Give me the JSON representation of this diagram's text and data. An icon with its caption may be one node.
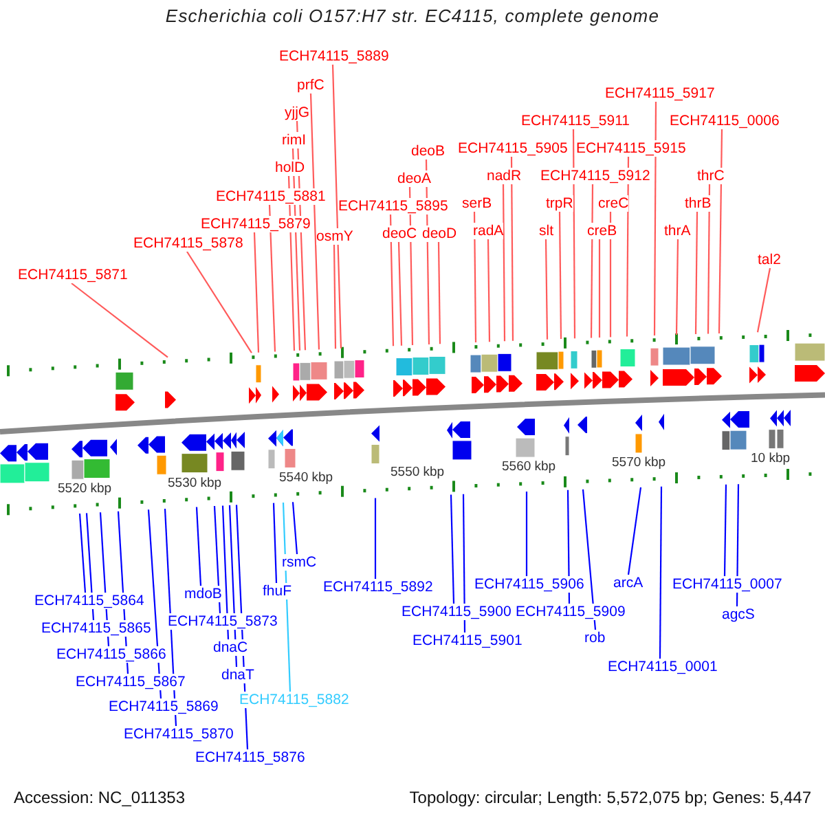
{
  "diagram": {
    "title": "Escherichia coli O157:H7 str. EC4115, complete genome",
    "nodes": [
      {
        "text": [
          "ECH74115_5871"
        ]
      },
      {
        "text": [
          "ECH74115_5878"
        ]
      },
      {
        "text": [
          "ECH74115_5879"
        ]
      },
      {
        "text": [
          "ECH74115_5881"
        ]
      },
      {
        "text": [
          "holD"
        ]
      },
      {
        "text": [
          "rimI"
        ]
      },
      {
        "text": [
          "yjjG"
        ]
      },
      {
        "text": [
          "prfC"
        ]
      },
      {
        "text": [
          "ECH74115_5889"
        ]
      },
      {
        "text": [
          "osmY"
        ]
      },
      {
        "text": [
          "ECH74115_5895"
        ]
      },
      {
        "text": [
          "deoC"
        ]
      },
      {
        "text": [
          "deoA"
        ]
      },
      {
        "text": [
          "deoB"
        ]
      },
      {
        "text": [
          "deoD"
        ]
      },
      {
        "text": [
          "serB"
        ]
      },
      {
        "text": [
          "radA"
        ]
      },
      {
        "text": [
          "nadR"
        ]
      },
      {
        "text": [
          "ECH74115_5905"
        ]
      },
      {
        "text": [
          "slt"
        ]
      },
      {
        "text": [
          "trpR"
        ]
      },
      {
        "text": [
          "ECH74115_5911"
        ]
      },
      {
        "text": [
          "ECH74115_5912"
        ]
      },
      {
        "text": [
          "creB"
        ]
      },
      {
        "text": [
          "creC"
        ]
      },
      {
        "text": [
          "ECH74115_5915"
        ]
      },
      {
        "text": [
          "ECH74115_5917"
        ]
      },
      {
        "text": [
          "thrA"
        ]
      },
      {
        "text": [
          "thrB"
        ]
      },
      {
        "text": [
          "thrC"
        ]
      },
      {
        "text": [
          "ECH74115_0006"
        ]
      },
      {
        "text": [
          "tal2"
        ]
      },
      {
        "text": [
          "ECH74115_5864"
        ]
      },
      {
        "text": [
          "ECH74115_5865"
        ]
      },
      {
        "text": [
          "ECH74115_5866"
        ]
      },
      {
        "text": [
          "ECH74115_5867"
        ]
      },
      {
        "text": [
          "ECH74115_5869"
        ]
      },
      {
        "text": [
          "ECH74115_5870"
        ]
      },
      {
        "text": [
          "mdoB"
        ]
      },
      {
        "text": [
          "ECH74115_5873"
        ]
      },
      {
        "text": [
          "dnaC"
        ]
      },
      {
        "text": [
          "dnaT"
        ]
      },
      {
        "text": [
          "ECH74115_5876"
        ]
      },
      {
        "text": [
          "fhuF"
        ]
      },
      {
        "text": [
          "ECH74115_5882"
        ]
      },
      {
        "text": [
          "rsmC"
        ]
      },
      {
        "text": [
          "ECH74115_5892"
        ]
      },
      {
        "text": [
          "ECH74115_5900"
        ]
      },
      {
        "text": [
          "ECH74115_5901"
        ]
      },
      {
        "text": [
          "ECH74115_5906"
        ]
      },
      {
        "text": [
          "ECH74115_5909"
        ]
      },
      {
        "text": [
          "rob"
        ]
      },
      {
        "text": [
          "arcA"
        ]
      },
      {
        "text": [
          "ECH74115_0001"
        ]
      },
      {
        "text": [
          "ECH74115_0007"
        ]
      },
      {
        "text": [
          "agcS"
        ]
      }
    ],
    "edges": [
      {
        "from": 0,
        "to": null,
        "arrow": "none"
      },
      {
        "from": 1,
        "to": null,
        "arrow": "none"
      },
      {
        "from": 2,
        "to": null,
        "arrow": "none"
      },
      {
        "from": 3,
        "to": null,
        "arrow": "none"
      },
      {
        "from": 4,
        "to": null,
        "arrow": "none"
      },
      {
        "from": 5,
        "to": null,
        "arrow": "none"
      },
      {
        "from": 6,
        "to": null,
        "arrow": "none"
      },
      {
        "from": 7,
        "to": null,
        "arrow": "none"
      },
      {
        "from": 8,
        "to": null,
        "arrow": "none"
      },
      {
        "from": 9,
        "to": null,
        "arrow": "none"
      },
      {
        "from": 10,
        "to": null,
        "arrow": "none"
      },
      {
        "from": 11,
        "to": null,
        "arrow": "none"
      },
      {
        "from": 12,
        "to": null,
        "arrow": "none"
      },
      {
        "from": 13,
        "to": null,
        "arrow": "none"
      },
      {
        "from": 14,
        "to": null,
        "arrow": "none"
      },
      {
        "from": 15,
        "to": null,
        "arrow": "none"
      },
      {
        "from": 16,
        "to": null,
        "arrow": "none"
      },
      {
        "from": 17,
        "to": null,
        "arrow": "none"
      },
      {
        "from": 18,
        "to": null,
        "arrow": "none"
      },
      {
        "from": 19,
        "to": null,
        "arrow": "none"
      },
      {
        "from": 20,
        "to": null,
        "arrow": "none"
      },
      {
        "from": 21,
        "to": null,
        "arrow": "none"
      },
      {
        "from": 22,
        "to": null,
        "arrow": "none"
      },
      {
        "from": 23,
        "to": null,
        "arrow": "none"
      },
      {
        "from": 24,
        "to": null,
        "arrow": "none"
      },
      {
        "from": 25,
        "to": null,
        "arrow": "none"
      },
      {
        "from": 26,
        "to": null,
        "arrow": "none"
      },
      {
        "from": 27,
        "to": null,
        "arrow": "none"
      },
      {
        "from": 28,
        "to": null,
        "arrow": "none"
      },
      {
        "from": 29,
        "to": null,
        "arrow": "none"
      },
      {
        "from": 30,
        "to": null,
        "arrow": "none"
      },
      {
        "from": 31,
        "to": null,
        "arrow": "none"
      },
      {
        "from": 32,
        "to": null,
        "arrow": "none",
        "color": "#0000ff"
      },
      {
        "from": 33,
        "to": null,
        "arrow": "none",
        "color": "#0000ff"
      },
      {
        "from": 34,
        "to": null,
        "arrow": "none",
        "color": "#0000ff"
      },
      {
        "from": 35,
        "to": null,
        "arrow": "none",
        "color": "#0000ff"
      },
      {
        "from": 36,
        "to": null,
        "arrow": "none",
        "color": "#0000ff"
      },
      {
        "from": 37,
        "to": null,
        "arrow": "none",
        "color": "#0000ff"
      },
      {
        "from": 38,
        "to": null,
        "arrow": "none",
        "color": "#0000ff"
      },
      {
        "from": 39,
        "to": null,
        "arrow": "none",
        "color": "#0000ff"
      },
      {
        "from": 40,
        "to": null,
        "arrow": "none",
        "color": "#0000ff"
      },
      {
        "from": 41,
        "to": null,
        "arrow": "none",
        "color": "#0000ff"
      },
      {
        "from": 42,
        "to": null,
        "arrow": "none",
        "color": "#0000ff"
      },
      {
        "from": 43,
        "to": null,
        "arrow": "none",
        "color": "#0000ff"
      },
      {
        "from": 44,
        "to": null,
        "arrow": "none",
        "color": "#33ccff"
      },
      {
        "from": 45,
        "to": null,
        "arrow": "none",
        "color": "#0000ff"
      },
      {
        "from": 46,
        "to": null,
        "arrow": "none",
        "color": "#0000ff"
      },
      {
        "from": 47,
        "to": null,
        "arrow": "none",
        "color": "#0000ff"
      },
      {
        "from": 48,
        "to": null,
        "arrow": "none",
        "color": "#0000ff"
      },
      {
        "from": 49,
        "to": null,
        "arrow": "none",
        "color": "#0000ff"
      },
      {
        "from": 50,
        "to": null,
        "arrow": "none",
        "color": "#0000ff"
      },
      {
        "from": 51,
        "to": null,
        "arrow": "none",
        "color": "#0000ff"
      },
      {
        "from": 52,
        "to": null,
        "arrow": "none",
        "color": "#0000ff"
      },
      {
        "from": 53,
        "to": null,
        "arrow": "none",
        "color": "#0000ff"
      },
      {
        "from": 54,
        "to": null,
        "arrow": "none",
        "color": "#0000ff"
      },
      {
        "from": 55,
        "to": null,
        "arrow": "none",
        "color": "#0000ff"
      }
    ],
    "labels": [
      "5520 kbp",
      "5530 kbp",
      "5540 kbp",
      "5550 kbp",
      "5560 kbp",
      "5570 kbp",
      "10 kbp",
      "Accession: NC_011353",
      "Topology: circular; Length: 5,572,075 bp; Genes: 5,447"
    ]
  }
}
